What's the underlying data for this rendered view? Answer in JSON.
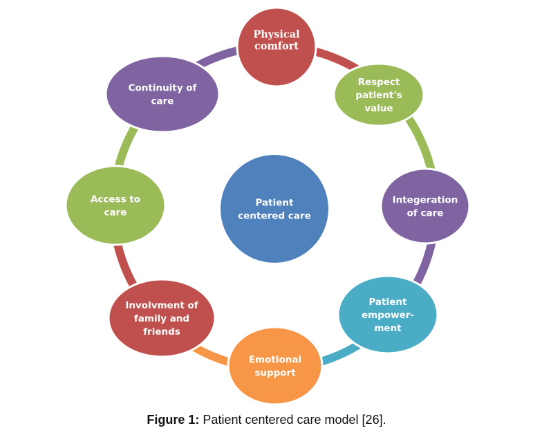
{
  "center": {
    "lines": [
      "Patient",
      "centered care"
    ],
    "color": "#4F81BD"
  },
  "nodes": [
    {
      "lines": [
        "Physical",
        "comfort"
      ],
      "color": "#C0504D",
      "serif": true
    },
    {
      "lines": [
        "Respect",
        "patient's",
        "value"
      ],
      "color": "#9BBB59"
    },
    {
      "lines": [
        "Integeration",
        "of care"
      ],
      "color": "#8064A2"
    },
    {
      "lines": [
        "Patient",
        "empower-",
        "ment"
      ],
      "color": "#4BACC6"
    },
    {
      "lines": [
        "Emotional",
        "support"
      ],
      "color": "#F79646"
    },
    {
      "lines": [
        "Involvment of",
        "family and",
        "friends"
      ],
      "color": "#C0504D"
    },
    {
      "lines": [
        "Access to",
        "care"
      ],
      "color": "#9BBB59"
    },
    {
      "lines": [
        "Continuity of",
        "care"
      ],
      "color": "#8064A2"
    }
  ],
  "connector_colors": [
    "#C0504D",
    "#9BBB59",
    "#8064A2",
    "#4BACC6",
    "#F79646",
    "#C0504D",
    "#9BBB59",
    "#8064A2"
  ],
  "caption": {
    "label": "Figure 1:",
    "text": " Patient centered care model [26]."
  }
}
